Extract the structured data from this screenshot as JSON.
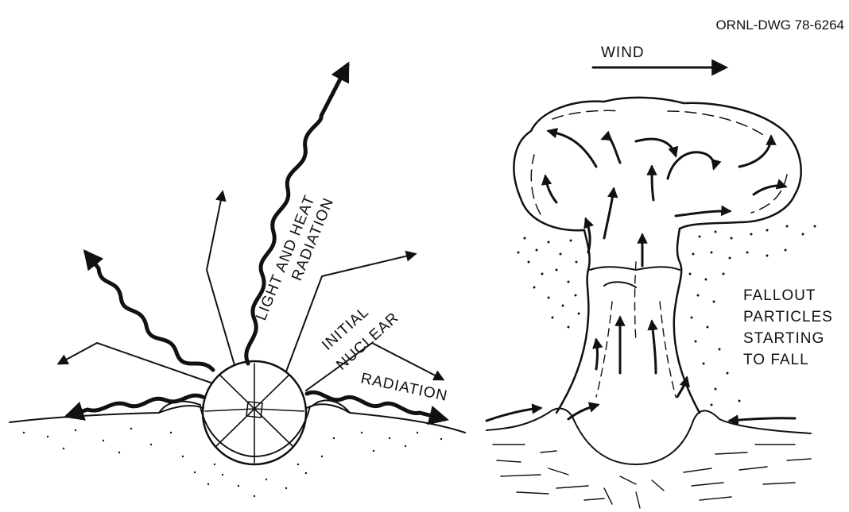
{
  "drawing_number": "ORNL-DWG 78-6264",
  "left_panel": {
    "label_light_heat_1": "LIGHT AND HEAT",
    "label_light_heat_2": "RADIATION",
    "label_initial_1": "INITIAL",
    "label_initial_2": "NUCLEAR",
    "label_radiation": "RADIATION"
  },
  "right_panel": {
    "wind_label": "WIND",
    "fallout_lines": [
      "FALLOUT",
      "PARTICLES",
      "STARTING",
      "TO FALL"
    ]
  }
}
